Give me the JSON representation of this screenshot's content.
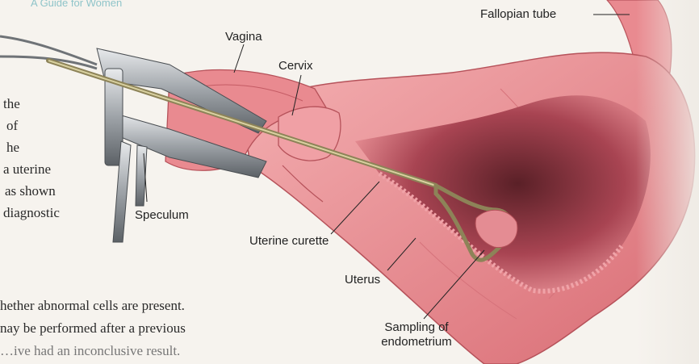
{
  "header": {
    "running_head": "A Guide for Women"
  },
  "body_text": {
    "lines": [
      "the",
      "of",
      "he",
      "a uterine",
      "as shown",
      "diagnostic"
    ],
    "bottom_lines": [
      "hether abnormal cells are present.",
      "nay be performed after a previous",
      "…ive had an inconclusive result."
    ]
  },
  "labels": {
    "vagina": "Vagina",
    "cervix": "Cervix",
    "fallopian_tube": "Fallopian tube",
    "speculum": "Speculum",
    "uterine_curette": "Uterine curette",
    "uterus": "Uterus",
    "sampling_of_endometrium": "Sampling of endometrium"
  },
  "colors": {
    "tissue_light": "#f2a6a8",
    "tissue_mid": "#e07c82",
    "tissue_dark": "#c35a62",
    "cavity": "#3d1c20",
    "metal": "#b8bcc0",
    "curette": "#a39a68"
  }
}
